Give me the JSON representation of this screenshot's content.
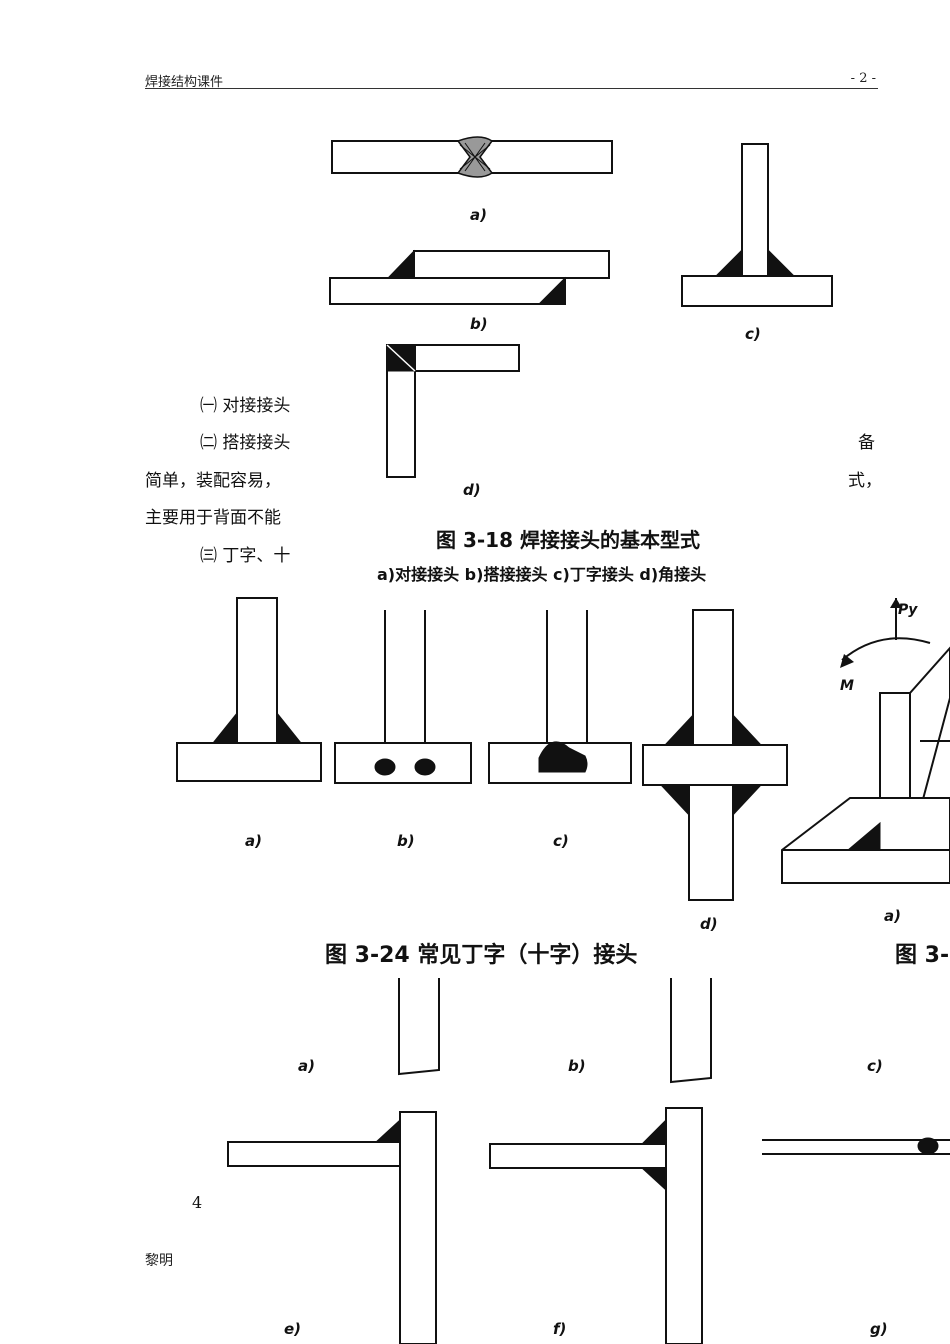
{
  "header": {
    "title": "焊接结构课件",
    "page_number": "- 2 -"
  },
  "paragraphs": {
    "p1": "㈠ 对接接头",
    "p2": "㈡ 搭接接头",
    "p2_tail": "备",
    "p3": "简单，装配容易，",
    "p3_tail": "式，",
    "p4": "主要用于背面不能",
    "p5": "㈢ 丁字、十"
  },
  "figure_3_18": {
    "labels": [
      "a)",
      "b)",
      "c)",
      "d)"
    ],
    "title": "图 3-18   焊接接头的基本型式",
    "subtitle": "a)对接接头   b)搭接接头   c)丁字接头   d)角接头"
  },
  "figure_3_24": {
    "labels": [
      "a)",
      "b)",
      "c)",
      "d)"
    ],
    "title": "图 3-24   常见丁字（十字）接头"
  },
  "figure_partial_right": {
    "label": "a)",
    "title_fragment": "图 3-",
    "force_label_py": "Py",
    "moment_label": "M"
  },
  "figure_bottom": {
    "labels": [
      "a)",
      "b)",
      "c)",
      "e)",
      "f)",
      "g)"
    ]
  },
  "footer_bits": {
    "number": "4",
    "name": "黎明"
  }
}
